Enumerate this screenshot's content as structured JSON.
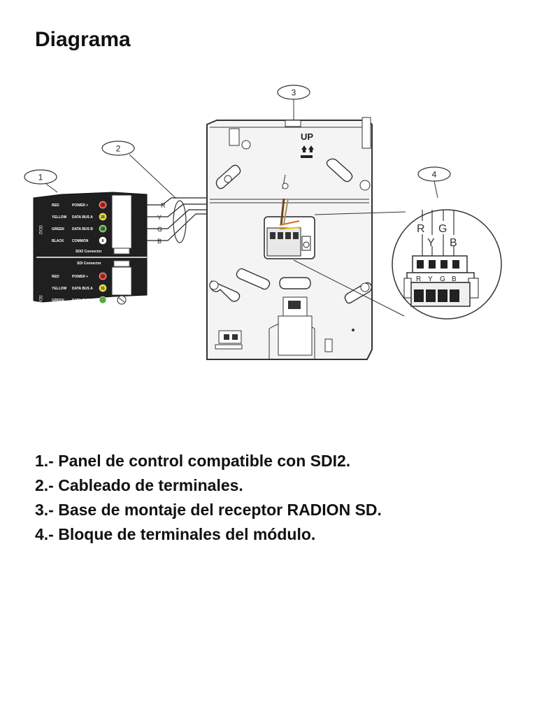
{
  "title": "Diagrama",
  "callouts": [
    "1",
    "2",
    "3",
    "4"
  ],
  "panel": {
    "sdi2_rows": [
      {
        "wire": "RED",
        "signal": "POWER +",
        "num": "26",
        "color": "#d9342b"
      },
      {
        "wire": "YELLOW",
        "signal": "DATA BUS A",
        "num": "25",
        "color": "#e3d42c"
      },
      {
        "wire": "GREEN",
        "signal": "DATA BUS B",
        "num": "28",
        "color": "#5aa845"
      },
      {
        "wire": "BLACK",
        "signal": "COMMON",
        "num": "8",
        "color": "#ffffff"
      }
    ],
    "sdi2_connector": "SDI2 Connector",
    "sdi_connector": "SDI Connector",
    "sdi_rows": [
      {
        "wire": "RED",
        "signal": "POWER +",
        "num": "32",
        "color": "#d9342b"
      },
      {
        "wire": "YELLOW",
        "signal": "DATA BUS A",
        "num": "31",
        "color": "#e3d42c"
      },
      {
        "wire": "GREEN",
        "signal": "DATA BUS B",
        "num": "",
        "color": "#5aa845"
      }
    ],
    "side_label_sdi2": "SDI2",
    "side_label_sdi": "SDI"
  },
  "wire_labels": [
    "R",
    "Y",
    "G",
    "B"
  ],
  "base_label": "UP",
  "terminal_top_labels": [
    "R",
    "G"
  ],
  "terminal_mid_labels": [
    "Y",
    "B"
  ],
  "terminal_block_labels": [
    "R",
    "Y",
    "G",
    "B"
  ],
  "legend": [
    "1.- Panel de control compatible con SDI2.",
    "2.- Cableado de terminales.",
    "3.- Base de montaje del receptor RADION SD.",
    "4.- Bloque de terminales del módulo."
  ]
}
